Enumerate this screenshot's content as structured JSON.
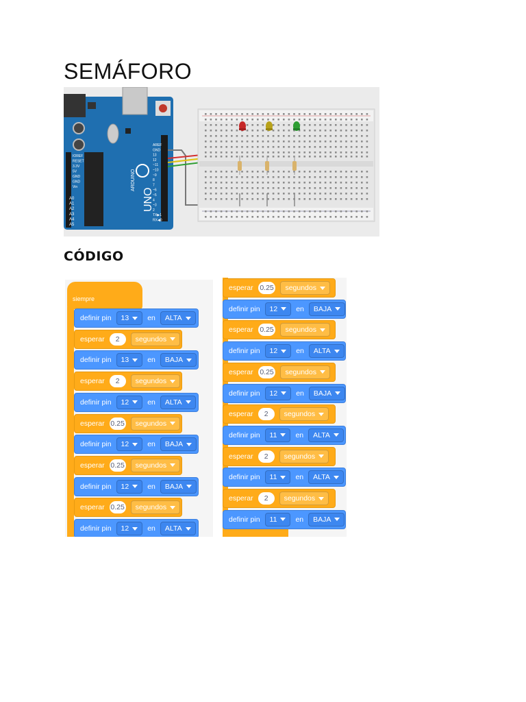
{
  "title": "SEMÁFORO",
  "code_heading": "CÓDIGO",
  "circuit": {
    "board_labels": [
      "AREF",
      "GND",
      "13",
      "12",
      "~11",
      "~10",
      "~9",
      "8",
      "7",
      "~6",
      "~5",
      "4",
      "~3",
      "2",
      "TX▶1",
      "RX◀0"
    ],
    "power_labels": [
      "IOREF",
      "RESET",
      "3.3V",
      "5V",
      "GND",
      "GND",
      "Vin"
    ],
    "analog_labels": [
      "A0",
      "A1",
      "A2",
      "A3",
      "A4",
      "A5"
    ],
    "board_name": "UNO",
    "brand": "ARDUINO",
    "colors": {
      "red_led": "#c62828",
      "yellow_led": "#b8a21a",
      "green_led": "#2e9e33",
      "board": "#1f6fb0"
    }
  },
  "code": {
    "hat_label": "siempre",
    "keywords": {
      "define": "definir pin",
      "in": "en",
      "wait": "esperar"
    },
    "column1": [
      {
        "type": "pin",
        "pin": "13",
        "state": "ALTA"
      },
      {
        "type": "wait",
        "value": "2",
        "unit": "segundos"
      },
      {
        "type": "pin",
        "pin": "13",
        "state": "BAJA"
      },
      {
        "type": "wait",
        "value": "2",
        "unit": "segundos"
      },
      {
        "type": "pin",
        "pin": "12",
        "state": "ALTA"
      },
      {
        "type": "wait",
        "value": "0.25",
        "unit": "segundos"
      },
      {
        "type": "pin",
        "pin": "12",
        "state": "BAJA"
      },
      {
        "type": "wait",
        "value": "0.25",
        "unit": "segundos"
      },
      {
        "type": "pin",
        "pin": "12",
        "state": "BAJA"
      },
      {
        "type": "wait",
        "value": "0.25",
        "unit": "segundos"
      },
      {
        "type": "pin",
        "pin": "12",
        "state": "ALTA"
      }
    ],
    "column2": [
      {
        "type": "wait",
        "value": "0.25",
        "unit": "segundos"
      },
      {
        "type": "pin",
        "pin": "12",
        "state": "BAJA"
      },
      {
        "type": "wait",
        "value": "0.25",
        "unit": "segundos"
      },
      {
        "type": "pin",
        "pin": "12",
        "state": "ALTA"
      },
      {
        "type": "wait",
        "value": "0.25",
        "unit": "segundos"
      },
      {
        "type": "pin",
        "pin": "12",
        "state": "BAJA"
      },
      {
        "type": "wait",
        "value": "2",
        "unit": "segundos"
      },
      {
        "type": "pin",
        "pin": "11",
        "state": "ALTA"
      },
      {
        "type": "wait",
        "value": "2",
        "unit": "segundos"
      },
      {
        "type": "pin",
        "pin": "11",
        "state": "ALTA"
      },
      {
        "type": "wait",
        "value": "2",
        "unit": "segundos"
      },
      {
        "type": "pin",
        "pin": "11",
        "state": "BAJA"
      }
    ]
  }
}
